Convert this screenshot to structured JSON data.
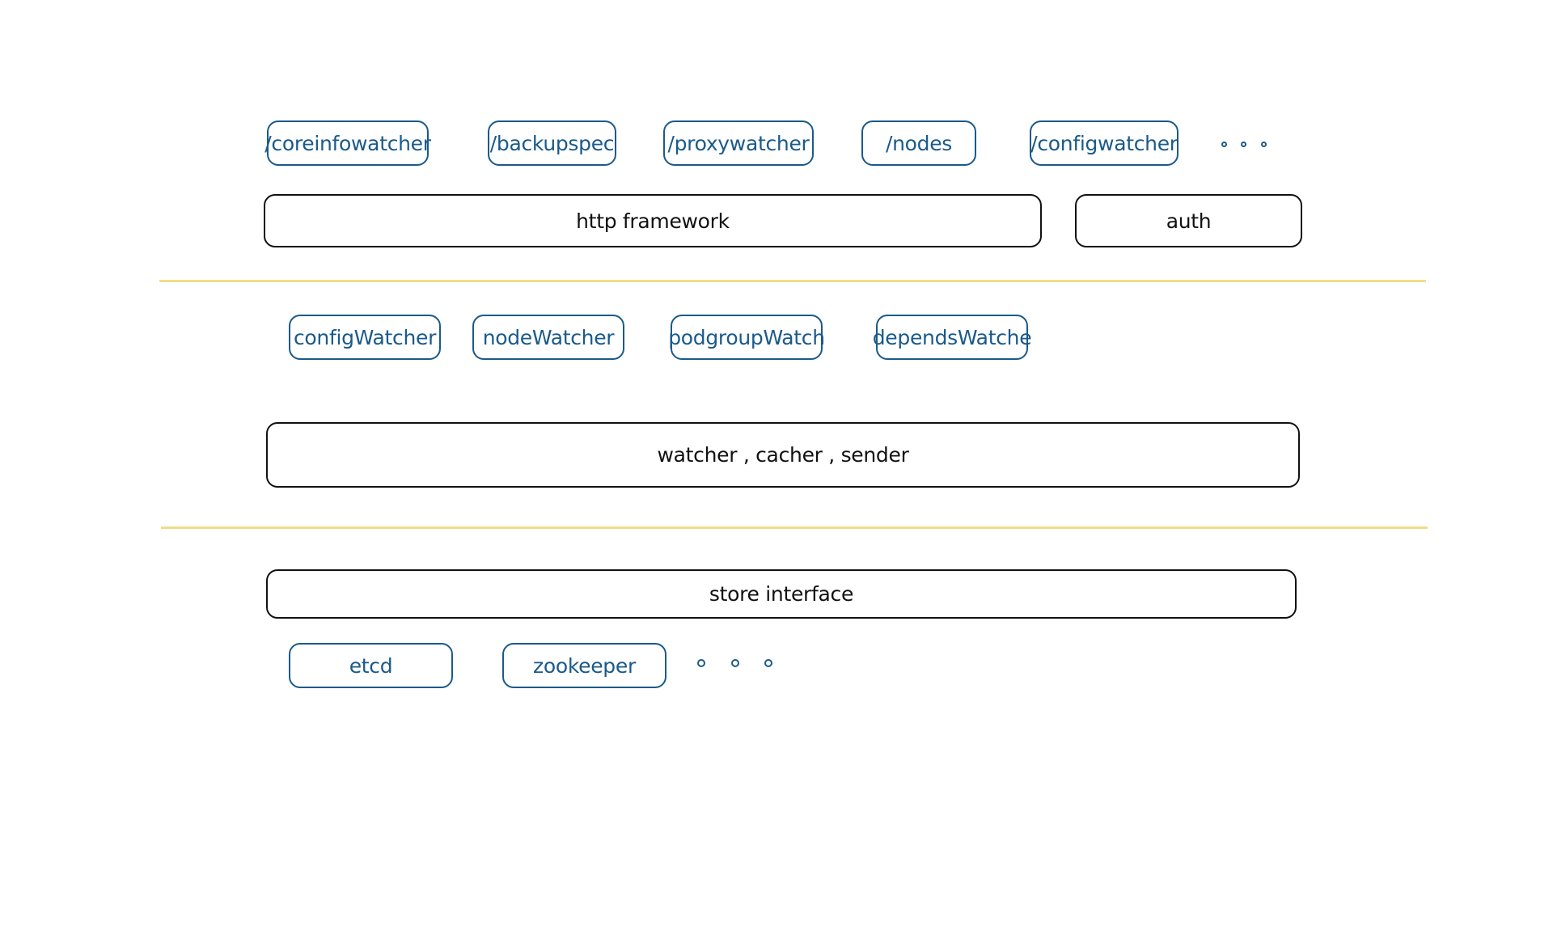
{
  "colors": {
    "route_stroke": "#1a5a8a",
    "layer_stroke": "#111111",
    "divider": "#f0dd8a",
    "background": "#ffffff"
  },
  "api_layer": {
    "routes": [
      "/coreinfowatcher",
      "/backupspec",
      "/proxywatcher",
      "/nodes",
      "/configwatcher"
    ],
    "framework": "http framework",
    "auth": "auth"
  },
  "watch_layer": {
    "watchers": [
      "configWatcher",
      "nodeWatcher",
      "podgroupWatch",
      "dependsWatche"
    ],
    "core": "watcher , cacher , sender"
  },
  "store_layer": {
    "interface": "store interface",
    "backends": [
      "etcd",
      "zookeeper"
    ]
  }
}
